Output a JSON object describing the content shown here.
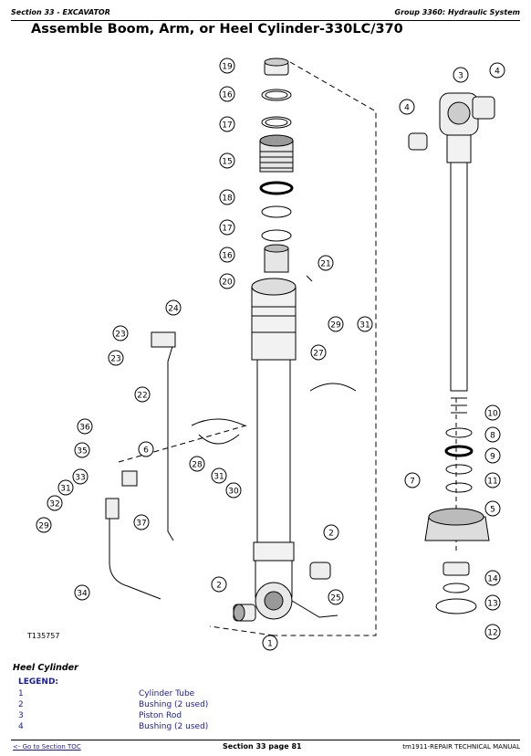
{
  "header": {
    "section": "Section 33 - EXCAVATOR",
    "group": "Group 3360: Hydraulic System"
  },
  "title": "Assemble Boom, Arm, or Heel Cylinder-330LC/370",
  "figure": {
    "id": "T135757",
    "callouts": [
      "19",
      "16",
      "17",
      "15",
      "18",
      "17",
      "16",
      "20",
      "21",
      "3",
      "4",
      "4",
      "24",
      "23",
      "23",
      "22",
      "29",
      "31",
      "27",
      "36",
      "35",
      "6",
      "33",
      "31",
      "32",
      "29",
      "37",
      "34",
      "28",
      "31",
      "30",
      "2",
      "2",
      "25",
      "1",
      "10",
      "8",
      "9",
      "11",
      "7",
      "5",
      "14",
      "13",
      "12"
    ]
  },
  "section_name": "Heel Cylinder",
  "legend": {
    "title": "LEGEND:",
    "items": [
      {
        "num": "1",
        "desc": "Cylinder Tube"
      },
      {
        "num": "2",
        "desc": "Bushing (2 used)"
      },
      {
        "num": "3",
        "desc": "Piston Rod"
      },
      {
        "num": "4",
        "desc": "Bushing (2 used)"
      }
    ]
  },
  "footer": {
    "toc_link": "<- Go to Section TOC",
    "page": "Section 33 page 81",
    "manual": "tm1911-REPAIR TECHNICAL MANUAL"
  }
}
